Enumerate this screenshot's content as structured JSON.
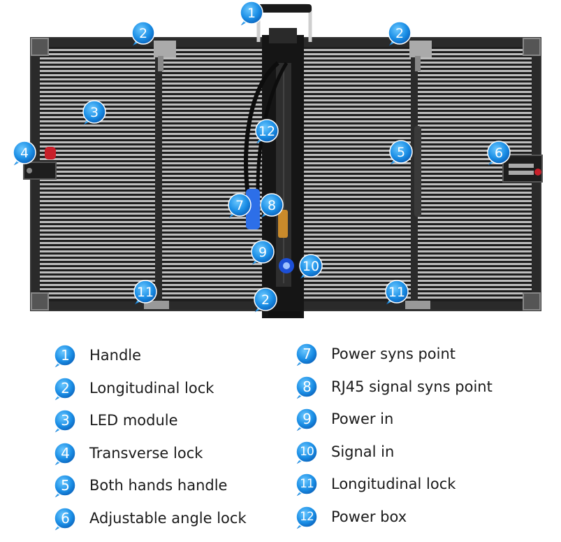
{
  "diagram": {
    "callouts": [
      {
        "id": "1"
      },
      {
        "id": "2"
      },
      {
        "id": "2"
      },
      {
        "id": "3"
      },
      {
        "id": "4"
      },
      {
        "id": "5"
      },
      {
        "id": "6"
      },
      {
        "id": "7"
      },
      {
        "id": "8"
      },
      {
        "id": "9"
      },
      {
        "id": "10"
      },
      {
        "id": "11"
      },
      {
        "id": "2"
      },
      {
        "id": "11"
      },
      {
        "id": "12"
      }
    ],
    "badge_color": "#1a8fe3"
  },
  "legend": {
    "left": [
      {
        "num": "1",
        "label": "Handle"
      },
      {
        "num": "2",
        "label": "Longitudinal lock"
      },
      {
        "num": "3",
        "label": "LED module"
      },
      {
        "num": "4",
        "label": "Transverse lock"
      },
      {
        "num": "5",
        "label": "Both hands handle"
      },
      {
        "num": "6",
        "label": "Adjustable angle lock"
      }
    ],
    "right": [
      {
        "num": "7",
        "label": "Power syns point"
      },
      {
        "num": "8",
        "label": "RJ45 signal syns point"
      },
      {
        "num": "9",
        "label": "Power in"
      },
      {
        "num": "10",
        "label": "Signal in"
      },
      {
        "num": "11",
        "label": "Longitudinal lock"
      },
      {
        "num": "12",
        "label": "Power box"
      }
    ]
  }
}
